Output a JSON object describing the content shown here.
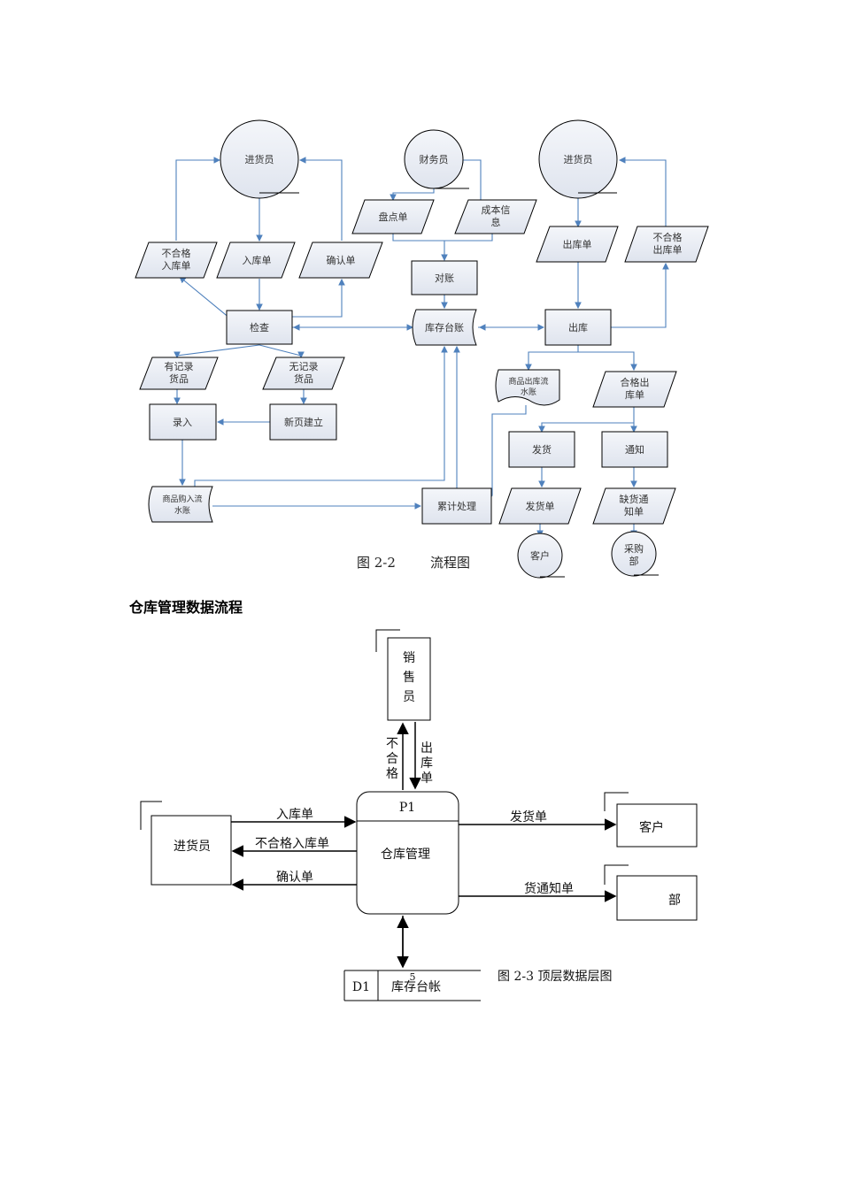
{
  "flowchart": {
    "entity_purchaser_left": "进货员",
    "entity_finance": "财务员",
    "entity_purchaser_right": "进货员",
    "doc_inventory_sheet": "盘点单",
    "doc_cost_info_1": "成本信",
    "doc_cost_info_2": "息",
    "process_check_account": "对账",
    "doc_unqualified_in_1": "不合格",
    "doc_unqualified_in_2": "入库单",
    "doc_in_sheet": "入库单",
    "doc_confirm_sheet": "确认单",
    "doc_out_sheet": "出库单",
    "doc_unqualified_out_1": "不合格",
    "doc_unqualified_out_2": "出库单",
    "process_inspect": "检查",
    "store_inventory_report": "库存台账",
    "process_outbound": "出库",
    "doc_recorded_goods_1": "有记录",
    "doc_recorded_goods_2": "货品",
    "doc_unrecorded_goods_1": "无记录",
    "doc_unrecorded_goods_2": "货品",
    "store_outflow_1": "商品出库流",
    "store_outflow_2": "水账",
    "doc_qualified_out_1": "合格出",
    "doc_qualified_out_2": "库单",
    "process_entry": "录入",
    "process_new_page": "新页建立",
    "process_ship": "发货",
    "process_notify": "通知",
    "store_inflow_1": "商品购入流",
    "store_inflow_2": "水账",
    "process_accumulate": "累计处理",
    "doc_ship_sheet": "发货单",
    "doc_shortage_1": "缺货通",
    "doc_shortage_2": "知单",
    "entity_customer": "客户",
    "entity_purchasing_1": "采购",
    "entity_purchasing_2": "部",
    "caption_number": "图 2-2",
    "caption_title": "流程图"
  },
  "section_title": "仓库管理数据流程",
  "dfd": {
    "sales_1": "销",
    "sales_2": "售",
    "sales_3": "员",
    "flow_unqualified_1": "不",
    "flow_unqualified_2": "合",
    "flow_unqualified_3": "格",
    "flow_out_1": "出",
    "flow_out_2": "库",
    "flow_out_3": "单",
    "process_id": "P1",
    "process_name": "仓库管理",
    "entity_purchaser": "进货员",
    "flow_in_sheet": "入库单",
    "flow_unqualified_in": "不合格入库单",
    "flow_confirm": "确认单",
    "flow_ship_sheet": "发货单",
    "flow_goods_notice": "货通知单",
    "entity_customer": "客户",
    "entity_dept": "部",
    "store_id": "D1",
    "store_name": "库存台帐",
    "page_number": "5",
    "caption": "图 2-3  顶层数据层图"
  }
}
